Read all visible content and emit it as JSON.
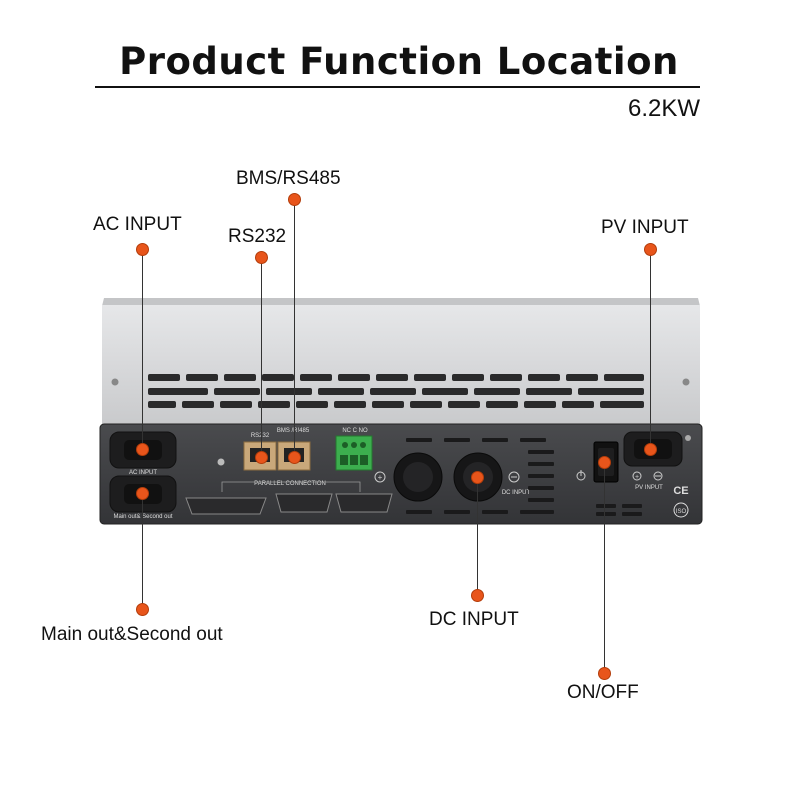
{
  "header": {
    "title": "Product Function Location",
    "model": "6.2KW"
  },
  "callouts": {
    "ac_input": "AC INPUT",
    "rs232": "RS232",
    "bms_rs485": "BMS/RS485",
    "pv_input": "PV INPUT",
    "main_second_out": "Main out&Second out",
    "dc_input": "DC INPUT",
    "on_off": "ON/OFF"
  },
  "panel_labels": {
    "ac_input": "AC INPUT",
    "main_second_out": "Main out& Second out",
    "rs232": "RS232",
    "bms_rs485": "BMS /R!485",
    "dry_contact": "NC  C  NO",
    "parallel": "PARALLEL CONNECTION",
    "dc_input": "DC INPUT",
    "pv_input": "PV INPUT",
    "ce": "CE",
    "iso": "ISO"
  },
  "colors": {
    "accent": "#e8551b",
    "panel": "#3c3d40",
    "casing": "#d9dadc"
  }
}
